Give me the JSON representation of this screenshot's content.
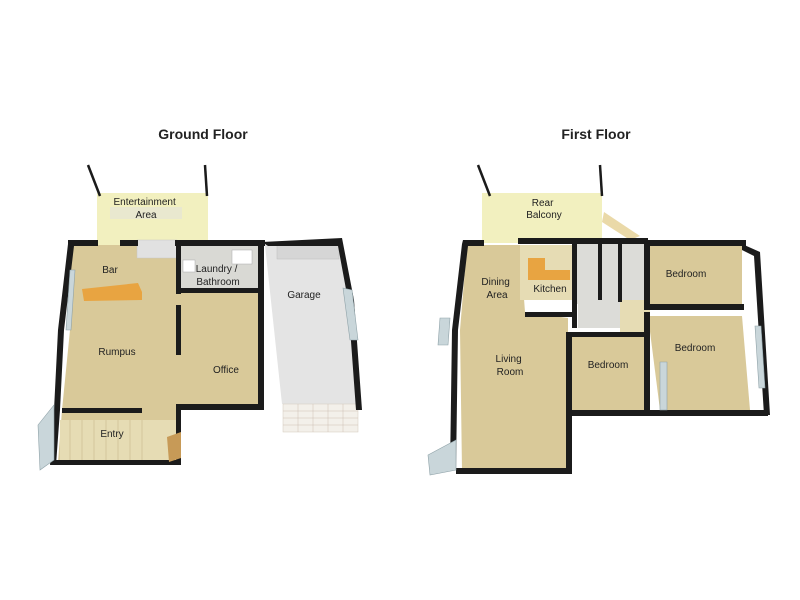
{
  "ground_floor": {
    "title": "Ground Floor",
    "rooms": {
      "entertainment": [
        "Entertainment",
        "Area"
      ],
      "bar": "Bar",
      "laundry": [
        "Laundry /",
        "Bathroom"
      ],
      "garage": "Garage",
      "rumpus": "Rumpus",
      "office": "Office",
      "entry": "Entry"
    }
  },
  "first_floor": {
    "title": "First Floor",
    "rooms": {
      "rear_balcony": [
        "Rear",
        "Balcony"
      ],
      "dining": [
        "Dining",
        "Area"
      ],
      "kitchen": "Kitchen",
      "bedroom_top": "Bedroom",
      "bedroom_right": "Bedroom",
      "bedroom_middle": "Bedroom",
      "living": [
        "Living",
        "Room"
      ]
    }
  },
  "colors": {
    "floor_carpet": "#d9c999",
    "floor_light": "#e6dcb4",
    "garage": "#e4e4e4",
    "balcony": "#f2f0bf",
    "walls": "#1b1b1b",
    "bench": "#e8a441"
  }
}
